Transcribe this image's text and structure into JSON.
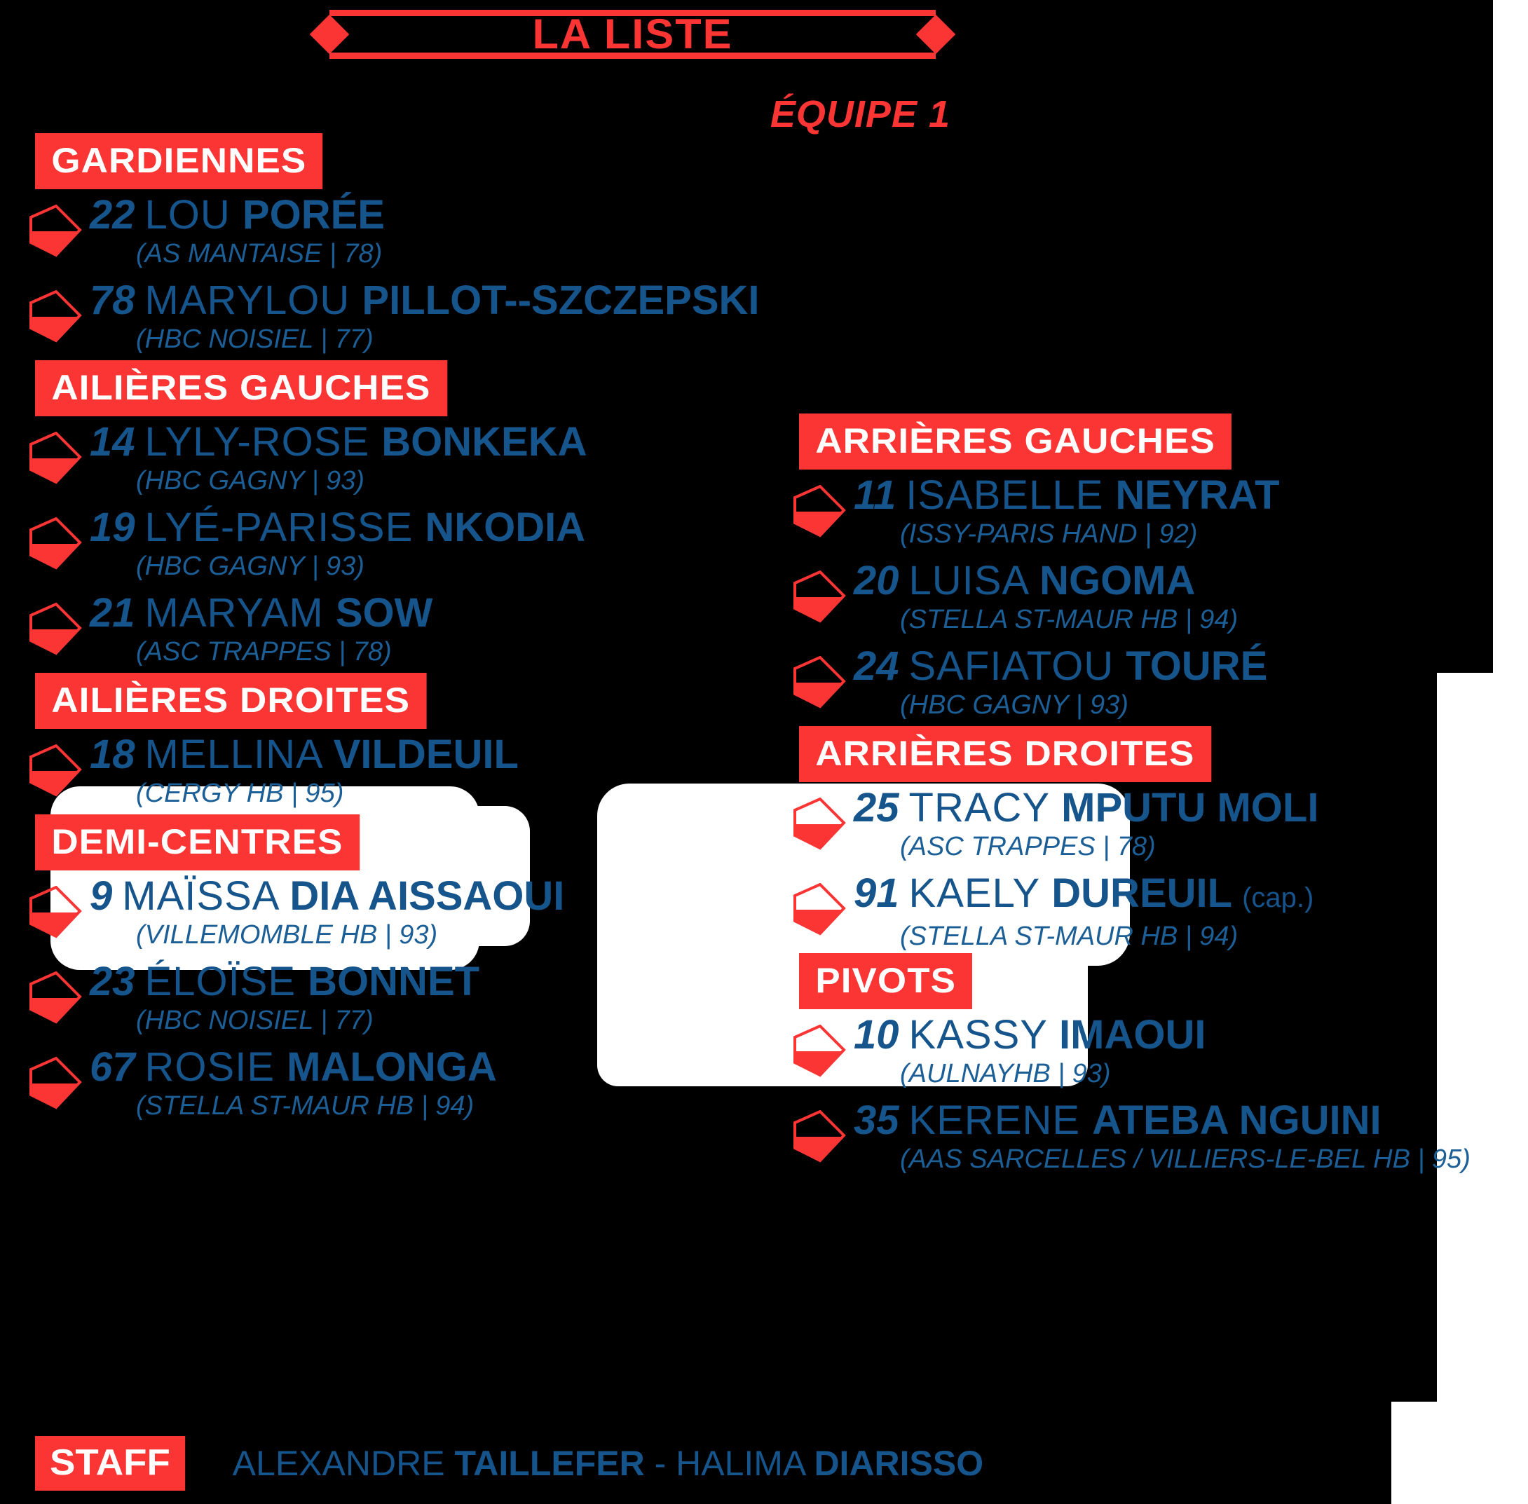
{
  "header": {
    "title": "LA LISTE",
    "subtitle": "ÉQUIPE 1"
  },
  "colors": {
    "background": "#000000",
    "accent_red": "#fb3434",
    "name_blue": "#16548c",
    "club_blue": "#1c5f96",
    "highlight_white": "#ffffff"
  },
  "left_column": [
    {
      "heading": "GARDIENNES",
      "players": [
        {
          "number": "22",
          "first_name": "LOU",
          "last_name": "PORÉE",
          "suffix": "",
          "club": "(AS MANTAISE | 78)"
        },
        {
          "number": "78",
          "first_name": "MARYLOU",
          "last_name": "PILLOT--SZCZEPSKI",
          "suffix": "",
          "club": "(HBC NOISIEL | 77)"
        }
      ]
    },
    {
      "heading": "AILIÈRES GAUCHES",
      "players": [
        {
          "number": "14",
          "first_name": "LYLY-ROSE",
          "last_name": "BONKEKA",
          "suffix": "",
          "club": "(HBC GAGNY | 93)"
        },
        {
          "number": "19",
          "first_name": "LYÉ-PARISSE",
          "last_name": "NKODIA",
          "suffix": "",
          "club": "(HBC GAGNY | 93)"
        },
        {
          "number": "21",
          "first_name": "MARYAM",
          "last_name": "SOW",
          "suffix": "",
          "club": "(ASC TRAPPES | 78)"
        }
      ]
    },
    {
      "heading": "AILIÈRES DROITES",
      "highlighted": true,
      "players": [
        {
          "number": "18",
          "first_name": "MELLINA",
          "last_name": "VILDEUIL",
          "suffix": "",
          "club": "(CERGY HB | 95)"
        }
      ]
    },
    {
      "heading": "DEMI-CENTRES",
      "players": [
        {
          "number": "9",
          "first_name": "MAÏSSA",
          "last_name": "DIA AISSAOUI",
          "suffix": "",
          "club": "(VILLEMOMBLE HB | 93)"
        },
        {
          "number": "23",
          "first_name": "ÉLOÏSE",
          "last_name": "BONNET",
          "suffix": "",
          "club": "(HBC NOISIEL | 77)"
        },
        {
          "number": "67",
          "first_name": "ROSIE",
          "last_name": "MALONGA",
          "suffix": "",
          "club": "(STELLA ST-MAUR HB | 94)"
        }
      ]
    }
  ],
  "right_column": [
    {
      "heading": "ARRIÈRES GAUCHES",
      "players": [
        {
          "number": "11",
          "first_name": "ISABELLE",
          "last_name": "NEYRAT",
          "suffix": "",
          "club": "(ISSY-PARIS HAND | 92)"
        },
        {
          "number": "20",
          "first_name": "LUISA",
          "last_name": "NGOMA",
          "suffix": "",
          "club": "(STELLA ST-MAUR HB | 94)"
        },
        {
          "number": "24",
          "first_name": "SAFIATOU",
          "last_name": "TOURÉ",
          "suffix": "",
          "club": "(HBC GAGNY | 93)"
        }
      ]
    },
    {
      "heading": "ARRIÈRES DROITES",
      "highlighted": true,
      "players": [
        {
          "number": "25",
          "first_name": "TRACY",
          "last_name": "MPUTU MOLI",
          "suffix": "",
          "club": "(ASC TRAPPES | 78)"
        },
        {
          "number": "91",
          "first_name": "KAELY",
          "last_name": "DUREUIL",
          "suffix": "(cap.)",
          "club": "(STELLA ST-MAUR HB | 94)"
        }
      ]
    },
    {
      "heading": "PIVOTS",
      "players": [
        {
          "number": "10",
          "first_name": "KASSY",
          "last_name": "IMAOUI",
          "suffix": "",
          "club": "(AULNAYHB | 93)"
        },
        {
          "number": "35",
          "first_name": "KERENE",
          "last_name": "ATEBA NGUINI",
          "suffix": "",
          "club": "(AAS SARCELLES / VILLIERS-LE-BEL HB | 95)"
        }
      ]
    }
  ],
  "staff": {
    "label": "STAFF",
    "names": [
      {
        "first_name": "ALEXANDRE",
        "last_name": "TAILLEFER"
      },
      {
        "first_name": "HALIMA",
        "last_name": "DIARISSO"
      }
    ],
    "separator": "-"
  }
}
